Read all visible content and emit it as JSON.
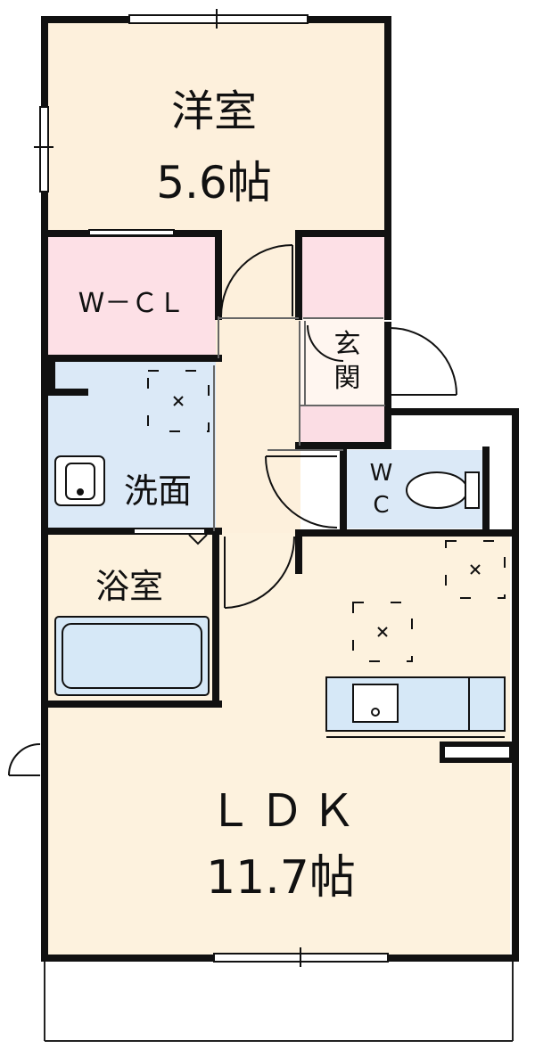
{
  "rooms": {
    "western": {
      "name": "洋室",
      "size": "5.6帖"
    },
    "wcl": {
      "name": "W－ＣＬ"
    },
    "entrance": {
      "name": "玄\n関"
    },
    "washroom": {
      "name": "洗面"
    },
    "wc": {
      "name": "W\nC"
    },
    "bath": {
      "name": "浴室"
    },
    "ldk": {
      "name": "ＬＤＫ",
      "size": "11.7帖"
    }
  },
  "colors": {
    "wall": "#111111",
    "room_beige": "#fdf0dc",
    "room_pink": "#fde0e6",
    "room_blue": "#dbe9f7",
    "entrance_pink": "#fbdde4",
    "ldk_cream": "#fdf2de",
    "fixture_blue": "#d6e8f7"
  }
}
